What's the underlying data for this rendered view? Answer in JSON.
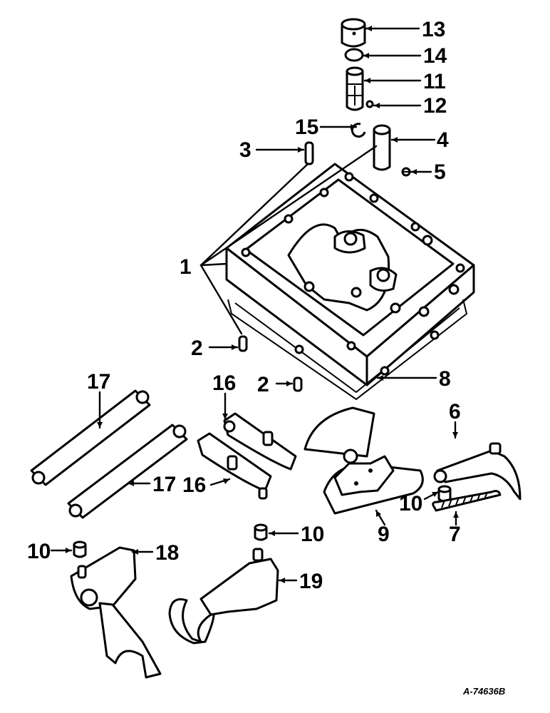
{
  "figure": {
    "code": "A-74636B",
    "callouts": [
      "13",
      "14",
      "11",
      "12",
      "15",
      "3",
      "4",
      "5",
      "1",
      "2",
      "2",
      "8",
      "17",
      "16",
      "6",
      "16",
      "17",
      "10",
      "9",
      "7",
      "10",
      "10",
      "18",
      "19"
    ]
  }
}
